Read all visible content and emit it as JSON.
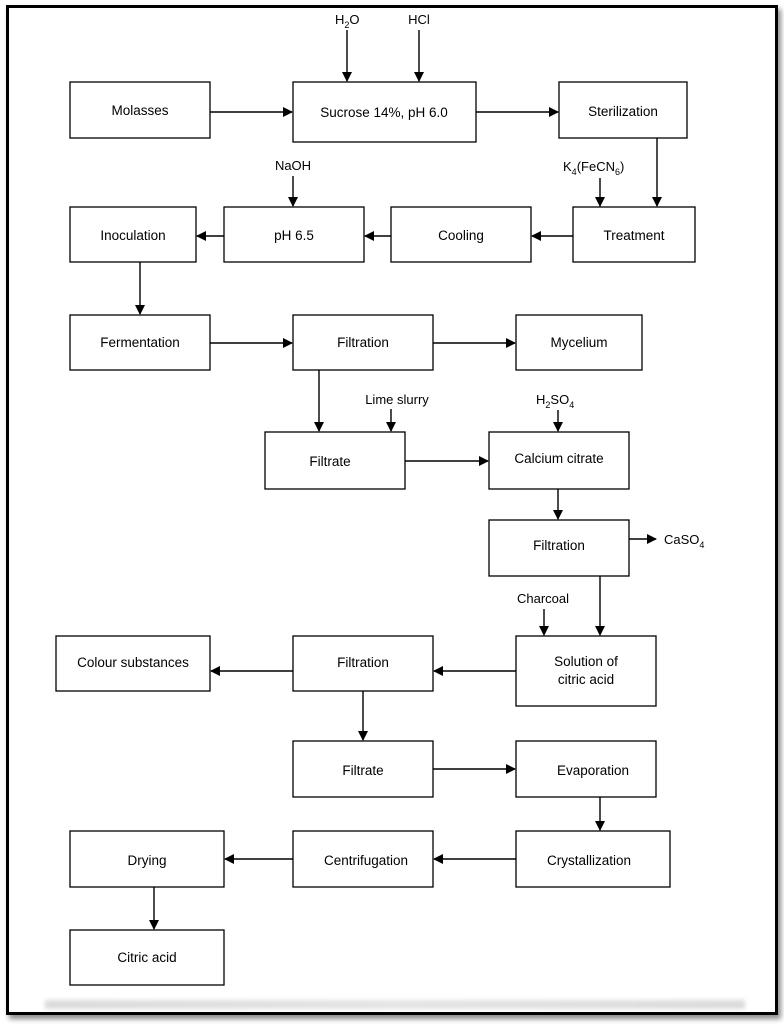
{
  "nodes": {
    "molasses": "Molasses",
    "sucrose": "Sucrose 14%, pH 6.0",
    "sterilization": "Sterilization",
    "treatment": "Treatment",
    "cooling": "Cooling",
    "ph65": "pH 6.5",
    "inoculation": "Inoculation",
    "fermentation": "Fermentation",
    "filtration1": "Filtration",
    "mycelium": "Mycelium",
    "filtrate1": "Filtrate",
    "calcium_citrate": "Calcium citrate",
    "filtration2": "Filtration",
    "solution_line1": "Solution of",
    "solution_line2": "citric acid",
    "filtration3": "Filtration",
    "colour_substances": "Colour substances",
    "filtrate2": "Filtrate",
    "evaporation": "Evaporation",
    "crystallization": "Crystallization",
    "centrifugation": "Centrifugation",
    "drying": "Drying",
    "citric_acid": "Citric acid"
  },
  "inputs": {
    "h2o_main": "H",
    "h2o_sub": "2",
    "h2o_end": "O",
    "hcl": "HCl",
    "naoh": "NaOH",
    "k4_main": "K",
    "k4_sub": "4",
    "k4_mid": "(FeCN",
    "k4_sub2": "6",
    "k4_end": ")",
    "lime_slurry": "Lime slurry",
    "h2so4_main": "H",
    "h2so4_sub": "2",
    "h2so4_mid": "SO",
    "h2so4_sub2": "4",
    "charcoal": "Charcoal",
    "caso4_main": "CaSO",
    "caso4_sub": "4"
  }
}
